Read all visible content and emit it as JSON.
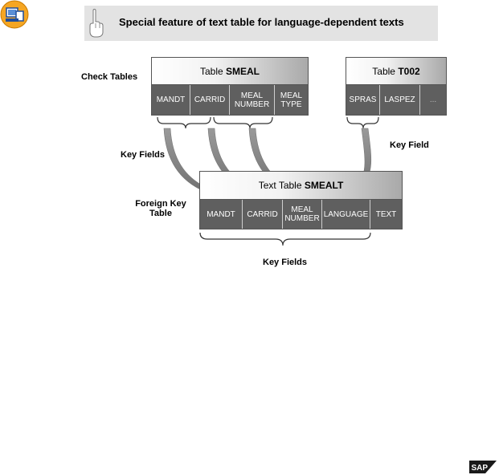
{
  "banner": {
    "title": "Special feature of text table for language-dependent texts",
    "icon": "hand-pointing-icon"
  },
  "course_icon": "course-icon",
  "labels": {
    "check_tables": "Check Tables",
    "key_fields_left": "Key Fields",
    "key_field_right": "Key Field",
    "foreign_key_line1": "Foreign Key",
    "foreign_key_line2": "Table",
    "key_fields_bottom": "Key Fields"
  },
  "tables": {
    "smeal": {
      "prefix": "Table ",
      "name": "SMEAL",
      "fields": [
        "MANDT",
        "CARRID",
        "MEAL\nNUMBER",
        "MEAL\nTYPE"
      ]
    },
    "t002": {
      "prefix": "Table ",
      "name": "T002",
      "fields": [
        "SPRAS",
        "LASPEZ",
        "..."
      ]
    },
    "smealt": {
      "prefix": "Text Table ",
      "name": "SMEALT",
      "fields": [
        "MANDT",
        "CARRID",
        "MEAL\nNUMBER",
        "LANGUAGE",
        "TEXT"
      ]
    }
  },
  "colors": {
    "field_bg": "#5f5f5f",
    "arrow": "#8a8a8a",
    "banner_bg": "#e3e3e3"
  },
  "logo": "SAP"
}
